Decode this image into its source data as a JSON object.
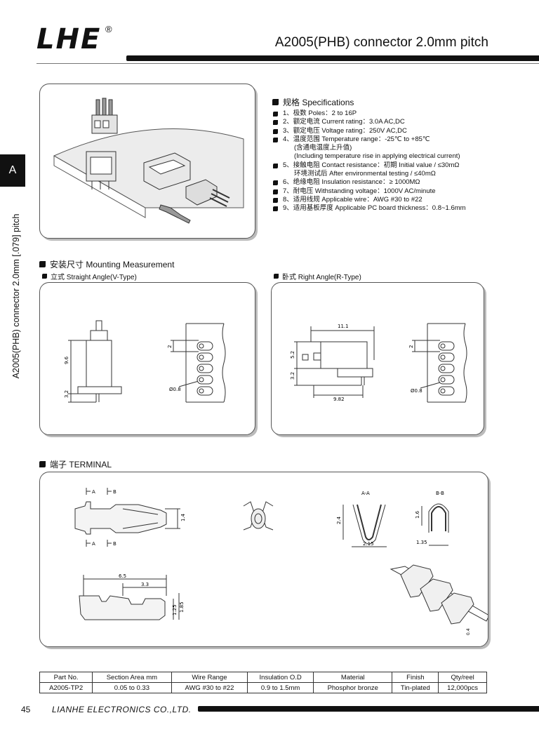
{
  "header": {
    "logo": "LHE",
    "registered": "®",
    "title": "A2005(PHB) connector 2.0mm pitch"
  },
  "side": {
    "tab": "A",
    "vertical_title": "A2005(PHB) connector 2.0mm [.079] pitch"
  },
  "specs": {
    "heading": "规格 Specifications",
    "items": [
      {
        "text": "1、极数 Poles：2 to 16P",
        "bullet": true
      },
      {
        "text": "2、额定电流 Current rating：3.0A  AC,DC",
        "bullet": true
      },
      {
        "text": "3、额定电压 Voltage rating：250V  AC,DC",
        "bullet": true
      },
      {
        "text": "4、温度范围 Temperature range：-25℃ to +85℃",
        "bullet": true
      },
      {
        "text": "(含通电温度上升值)",
        "bullet": false
      },
      {
        "text": "(Including temperature rise in applying electrical current)",
        "bullet": false
      },
      {
        "text": "5、接触电阻 Contact resistance：初期 Initial value / ≤30mΩ",
        "bullet": true
      },
      {
        "text": "环境测试后 After environmental testing / ≤40mΩ",
        "bullet": false
      },
      {
        "text": "6、绝缘电阻 Insulation resistance：≥ 1000MΩ",
        "bullet": true
      },
      {
        "text": "7、耐电压 Withstanding voltage：1000V  AC/minute",
        "bullet": true
      },
      {
        "text": "8、适用线规 Applicable wire：AWG #30 to #22",
        "bullet": true
      },
      {
        "text": "9、适用基板厚度 Applicable PC board thickness：0.8~1.6mm",
        "bullet": true
      }
    ]
  },
  "mounting": {
    "heading": "安装尺寸 Mounting Measurement",
    "straight": {
      "label": "立式 Straight Angle(V-Type)",
      "dim_height": "9.6",
      "dim_pin": "3.2",
      "dim_pitch": "2",
      "dim_hole": "Ø0.8"
    },
    "right": {
      "label": "卧式 Right Angle(R-Type)",
      "dim_width": "11.1",
      "dim_h1": "5.2",
      "dim_h2": "3.2",
      "dim_w2": "9.82",
      "dim_pitch": "2",
      "dim_hole": "Ø0.8"
    }
  },
  "terminal": {
    "heading": "端子 TERMINAL",
    "sec_a": "A",
    "sec_b": "B",
    "dim_14": "1.4",
    "aa_label": "A-A",
    "aa_h": "2.4",
    "aa_w": "2.15",
    "bb_label": "B-B",
    "bb_h": "1.6",
    "bb_w": "1.35",
    "dim_65": "6.5",
    "dim_33": "3.3",
    "dim_125": "1.25",
    "dim_185": "1.85",
    "dim_04": "0.4"
  },
  "table": {
    "headers": [
      "Part No.",
      "Section Area mm",
      "Wire Range",
      "Insulation O.D",
      "Material",
      "Finish",
      "Qty/reel"
    ],
    "row": [
      "A2005-TP2",
      "0.05 to 0.33",
      "AWG #30 to #22",
      "0.9 to 1.5mm",
      "Phosphor bronze",
      "Tin-plated",
      "12,000pcs"
    ]
  },
  "footer": {
    "page": "45",
    "company": "LIANHE ELECTRONICS CO.,LTD."
  }
}
